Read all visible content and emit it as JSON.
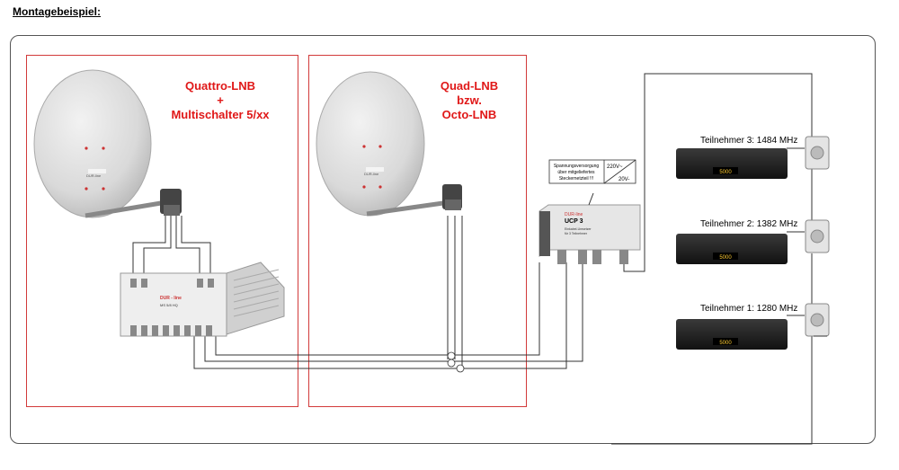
{
  "heading": "Montagebeispiel:",
  "left_group": {
    "line1": "Quattro-LNB",
    "line2": "+",
    "line3": "Multischalter 5/xx"
  },
  "middle_group": {
    "line1": "Quad-LNB",
    "line2": "bzw.",
    "line3": "Octo-LNB"
  },
  "power_note": {
    "line1": "Spannungsversorgung",
    "line2": "über mitgeliefertes",
    "line3": "Steckernetzteil !!!",
    "ac": "220V~",
    "dc": "20V-"
  },
  "ucp": {
    "brand": "DUR-line",
    "model": "UCP 3",
    "sub1": "Einkabel-Umsetzer",
    "sub2": "für 3 Teilnehmer"
  },
  "dish_brand": "DUR-line",
  "switch": {
    "brand": "DUR - line",
    "model": "MS 5/8 HQ"
  },
  "receiver_display": "5000",
  "subscribers": [
    {
      "label": "Teilnehmer 3: 1484 MHz"
    },
    {
      "label": "Teilnehmer 2: 1382 MHz"
    },
    {
      "label": "Teilnehmer 1: 1280 MHz"
    }
  ],
  "colors": {
    "red": "#e01818",
    "box_border": "#d23a3a",
    "frame": "#555555"
  }
}
